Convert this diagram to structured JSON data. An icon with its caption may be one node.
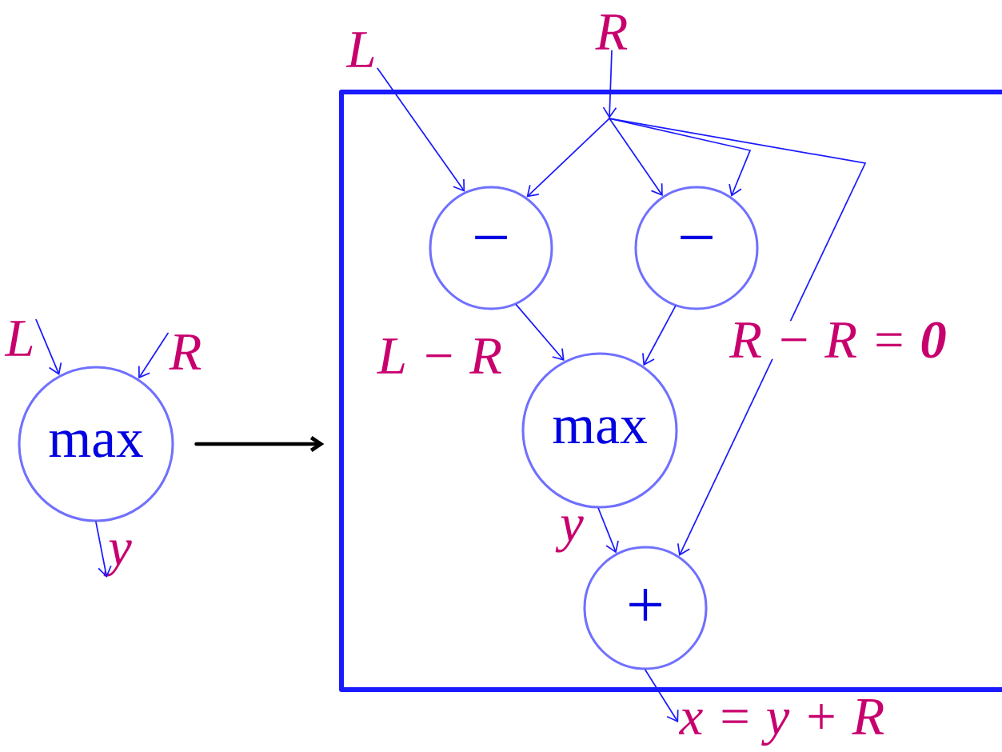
{
  "diagram": {
    "nodes": [
      {
        "text": [
          "max"
        ]
      },
      {
        "text": [
          "L"
        ]
      },
      {
        "text": [
          "R"
        ]
      },
      {
        "text": [
          "y"
        ]
      },
      {
        "text": [],
        "shape": "box"
      },
      {
        "text": [
          "L"
        ]
      },
      {
        "text": [
          "R"
        ]
      },
      {
        "text": [
          "−"
        ],
        "in": 4
      },
      {
        "text": [
          "−"
        ],
        "in": 4
      },
      {
        "text": [
          "max"
        ],
        "in": 4
      },
      {
        "text": [
          "+"
        ],
        "in": 4
      },
      {
        "text": [
          "x = y + R"
        ]
      }
    ],
    "edges": [
      {
        "from": 1,
        "to": 0,
        "arrow": "to"
      },
      {
        "from": 2,
        "to": 0,
        "arrow": "to"
      },
      {
        "from": 0,
        "to": 3,
        "arrow": "to"
      },
      {
        "from": 0,
        "to": 4,
        "arrow": "to",
        "style": "thick",
        "color": "#000000"
      },
      {
        "from": 5,
        "to": 7,
        "arrow": "to"
      },
      {
        "from": 6,
        "to": 7,
        "arrow": "to"
      },
      {
        "from": 6,
        "to": 8,
        "arrow": "to"
      },
      {
        "from": 6,
        "to": 8,
        "arrow": "to"
      },
      {
        "from": 6,
        "to": 10,
        "arrow": "to"
      },
      {
        "from": 7,
        "to": 9,
        "arrow": "to",
        "label": "L − R"
      },
      {
        "from": 8,
        "to": 9,
        "arrow": "to",
        "label": "R − R = **0**"
      },
      {
        "from": 9,
        "to": 10,
        "arrow": "to",
        "label": "y"
      },
      {
        "from": 10,
        "to": 11,
        "arrow": "to"
      }
    ]
  }
}
